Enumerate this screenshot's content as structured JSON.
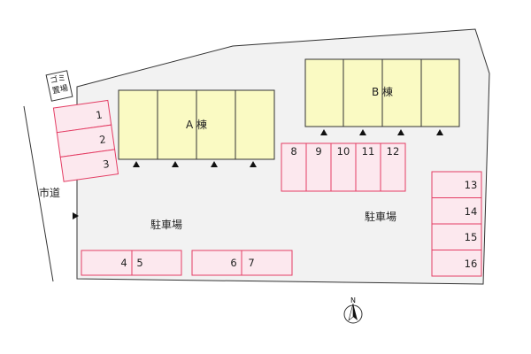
{
  "colors": {
    "lot": "#f2f2f2",
    "building_fill": "#fafac3",
    "parking_fill": "#fce8ee",
    "parking_stroke": "#e43d64",
    "outline": "#333333"
  },
  "labels": {
    "garbage": "ゴミ置場",
    "city_road": "市道",
    "parking_left": "駐車場",
    "parking_right": "駐車場",
    "building_a": "A 棟",
    "building_b": "B 棟",
    "north": "N"
  },
  "parking": {
    "left_column": [
      "1",
      "2",
      "3"
    ],
    "top_row": [
      "8",
      "9",
      "10",
      "11",
      "12"
    ],
    "right_column": [
      "13",
      "14",
      "15",
      "16"
    ],
    "bottom_left": [
      "4",
      "5"
    ],
    "bottom_mid": [
      "6",
      "7"
    ]
  },
  "icons": {
    "entrance": "triangle-up-icon",
    "entry_arrow": "triangle-right-icon",
    "compass": "north-arrow-icon"
  }
}
